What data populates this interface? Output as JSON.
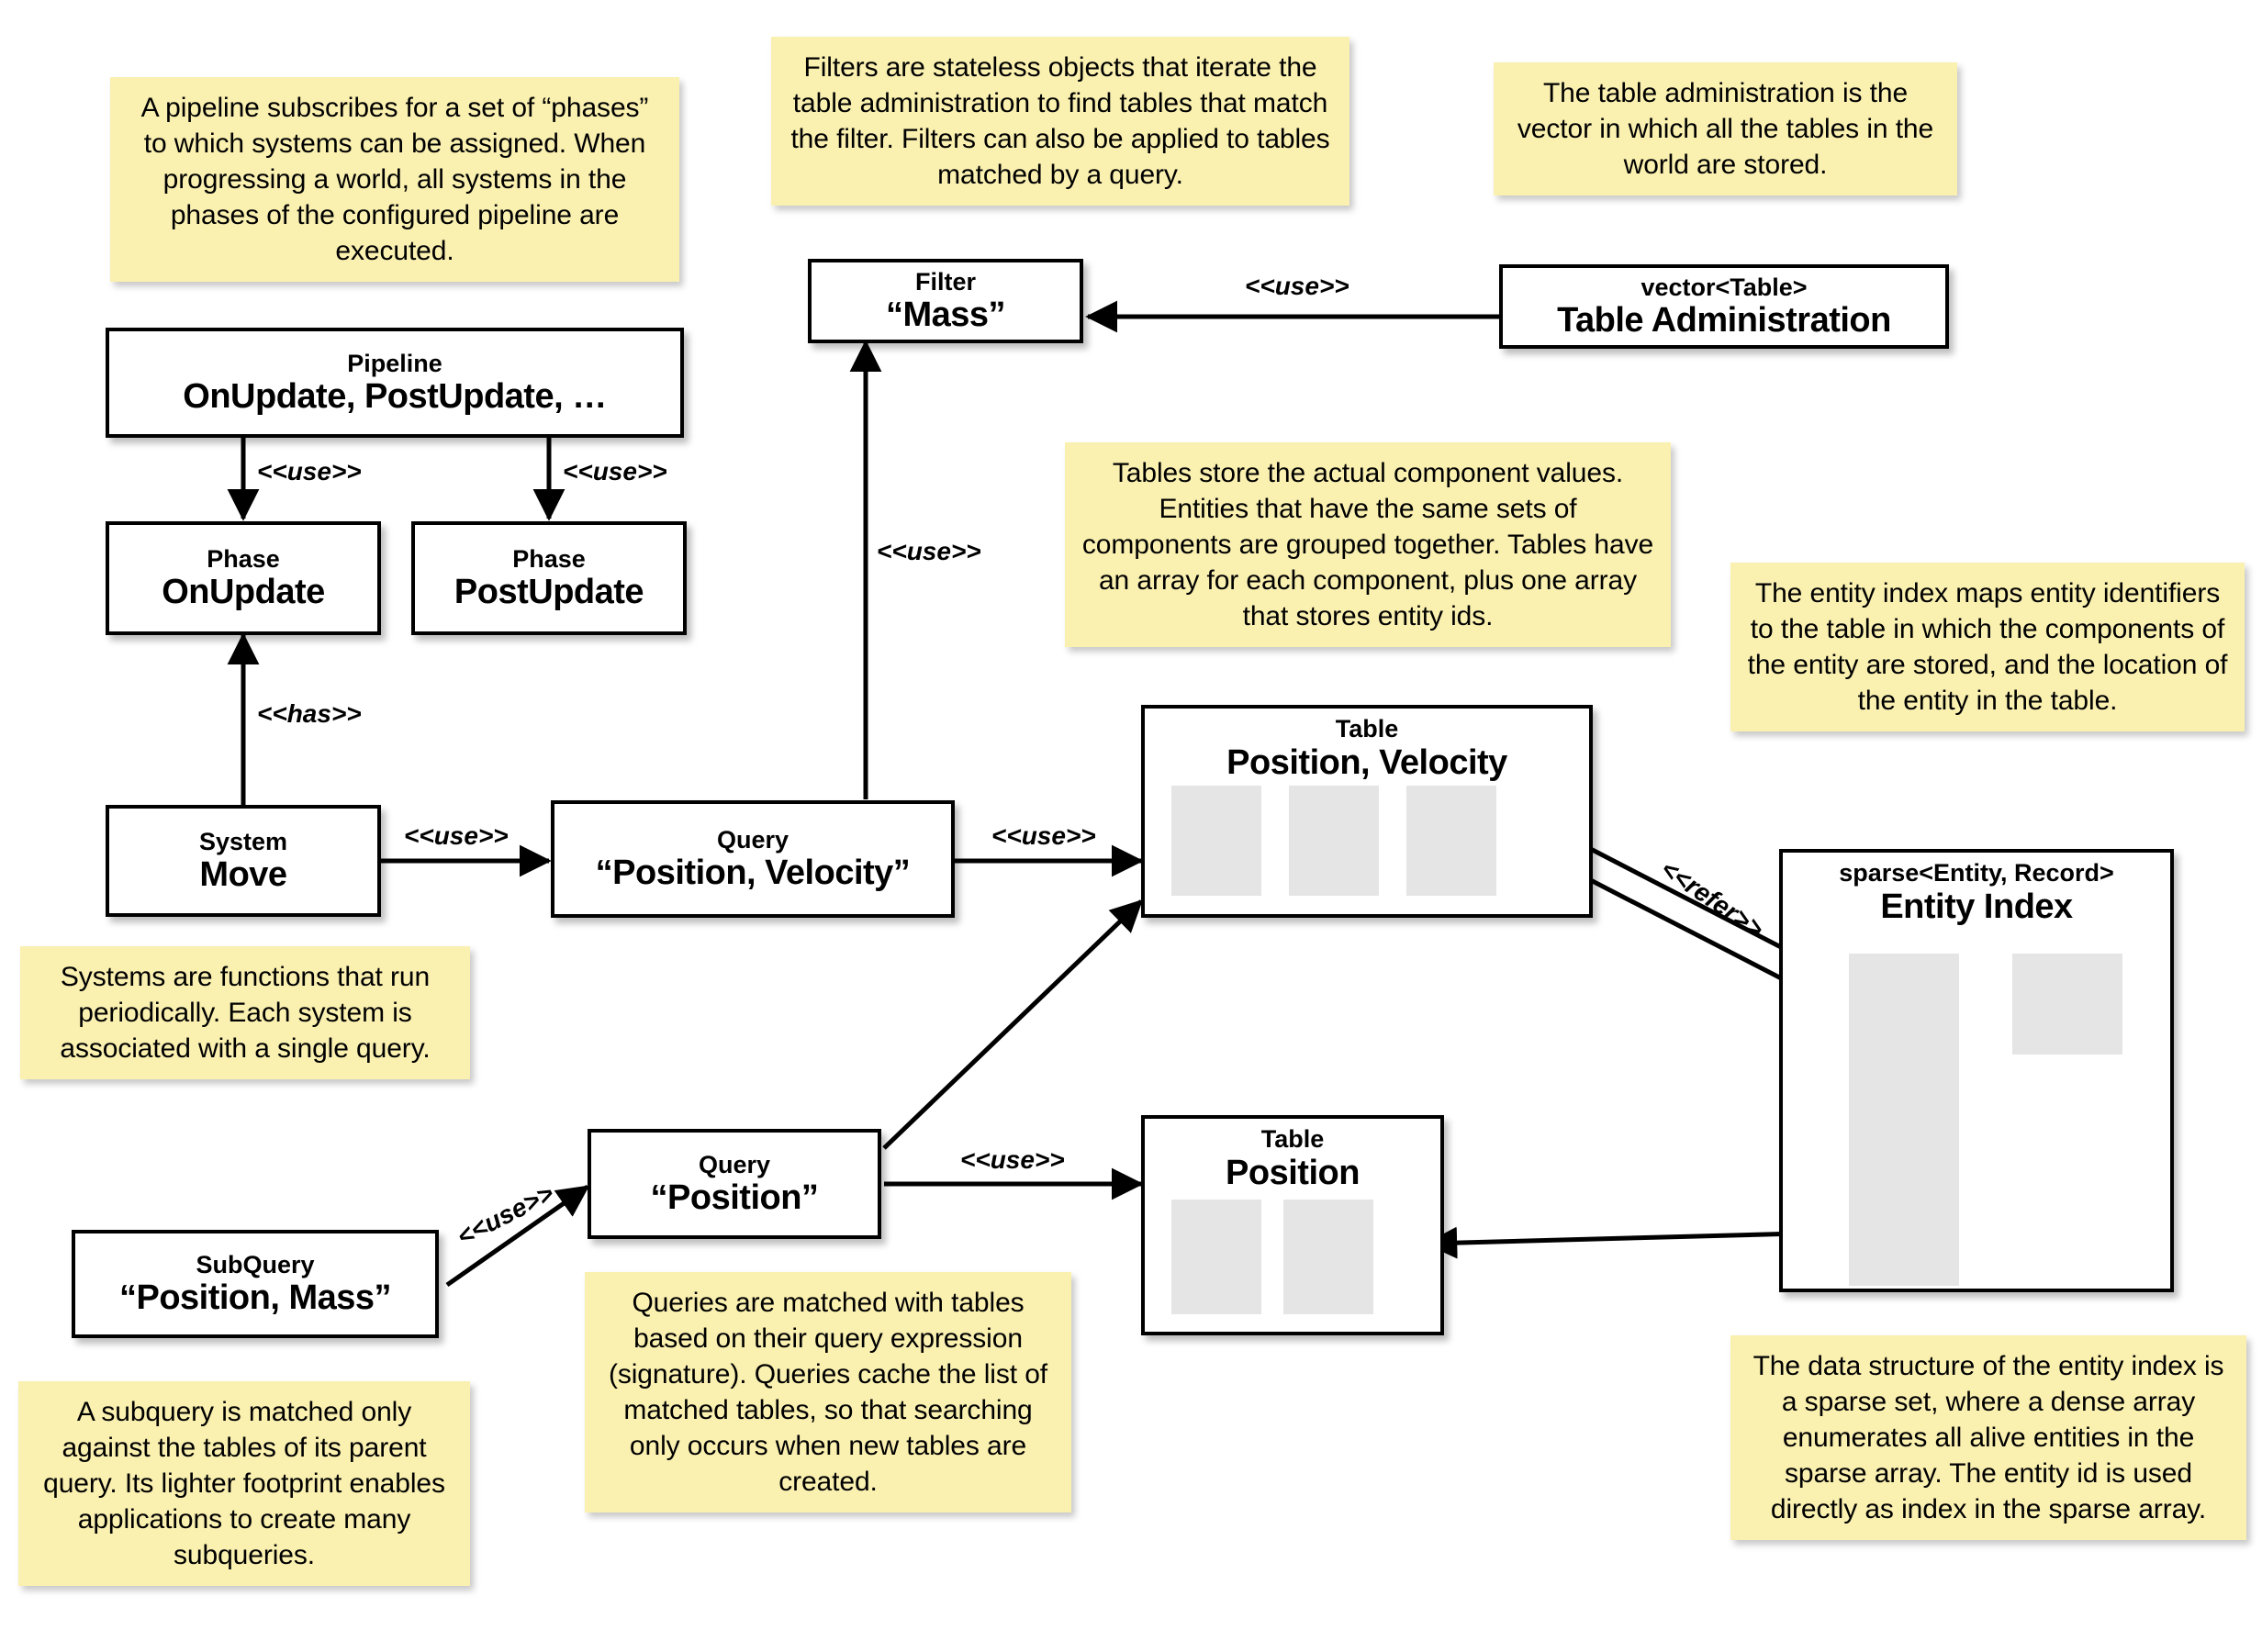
{
  "notes": {
    "pipeline": "A pipeline subscribes for a set of “phases” to which systems can be assigned. When progressing a world, all systems in the phases of the configured pipeline are executed.",
    "filter": "Filters are stateless objects that iterate the table administration to find tables that match the filter. Filters can also be applied to tables matched by a query.",
    "table_admin": "The table administration is the vector in which all the tables in the world are stored.",
    "tables": "Tables store the actual component values. Entities that have the same sets of components are grouped together. Tables have an array for each component, plus one array that stores entity ids.",
    "entity_index": "The entity index maps entity identifiers to the table in which the components of the entity are stored, and the location of the entity in the table.",
    "systems": "Systems are functions that run periodically. Each system is associated with a single query.",
    "queries": "Queries are matched with tables based on their query expression (signature). Queries cache the list of matched tables, so that searching only occurs when new tables are created.",
    "subquery": "A subquery is matched only against the tables of its parent query. Its lighter footprint enables applications to create many subqueries.",
    "sparse_set": "The data structure of the entity index is a sparse set, where a dense array enumerates all alive entities in the sparse array. The entity id is used directly as index in the sparse array."
  },
  "nodes": {
    "pipeline": {
      "stereotype": "Pipeline",
      "name": "OnUpdate, PostUpdate, …"
    },
    "phase_on": {
      "stereotype": "Phase",
      "name": "OnUpdate"
    },
    "phase_post": {
      "stereotype": "Phase",
      "name": "PostUpdate"
    },
    "system_move": {
      "stereotype": "System",
      "name": "Move"
    },
    "query_pv": {
      "stereotype": "Query",
      "name": "“Position, Velocity”"
    },
    "query_p": {
      "stereotype": "Query",
      "name": "“Position”"
    },
    "subquery_pm": {
      "stereotype": "SubQuery",
      "name": "“Position, Mass”"
    },
    "filter_mass": {
      "stereotype": "Filter",
      "name": "“Mass”"
    },
    "table_admin": {
      "stereotype": "vector<Table>",
      "name": "Table Administration"
    },
    "table_pv": {
      "stereotype": "Table",
      "name": "Position, Velocity",
      "columns": 3
    },
    "table_p": {
      "stereotype": "Table",
      "name": "Position",
      "columns": 2
    },
    "entity_index": {
      "stereotype": "sparse<Entity, Record>",
      "name": "Entity Index"
    }
  },
  "edge_labels": {
    "pipeline_to_phase_on": "<<use>>",
    "pipeline_to_phase_post": "<<use>>",
    "system_to_phase": "<<has>>",
    "system_to_query": "<<use>>",
    "query_to_filter": "<<use>>",
    "admin_to_filter": "<<use>>",
    "query_pv_to_table": "<<use>>",
    "query_p_to_table": "<<use>>",
    "subquery_to_query": "<<use>>",
    "index_to_table": "<<refer>>"
  },
  "colors": {
    "note_background": "#faf0b0",
    "box_border": "#000000",
    "box_background": "#ffffff",
    "column_fill": "#e5e5e5",
    "page_background": "#ffffff"
  }
}
